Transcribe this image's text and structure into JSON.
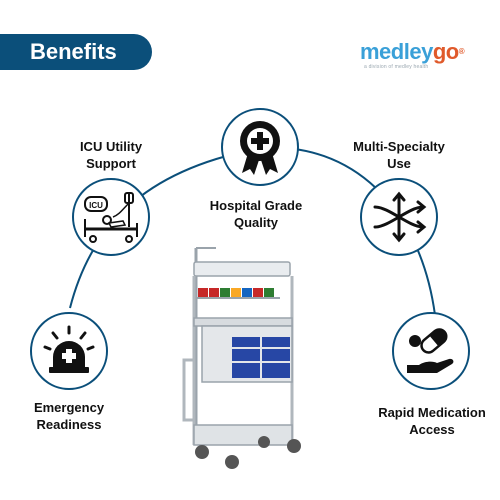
{
  "banner": {
    "title": "Benefits"
  },
  "brand": {
    "part1": "medley",
    "part2": "go",
    "mark": "®",
    "tagline": "a division of medley health"
  },
  "benefits": {
    "icu": {
      "line1": "ICU Utility",
      "line2": "Support",
      "badge": "ICU"
    },
    "hospital": {
      "line1": "Hospital Grade",
      "line2": "Quality"
    },
    "multi": {
      "line1": "Multi-Specialty",
      "line2": "Use"
    },
    "emergency": {
      "line1": "Emergency",
      "line2": "Readiness"
    },
    "rapid": {
      "line1": "Rapid Medication",
      "line2": "Access"
    }
  },
  "colors": {
    "primary": "#0b4f7a",
    "brand_blue": "#3aa0d8",
    "brand_orange": "#e05a2b"
  }
}
